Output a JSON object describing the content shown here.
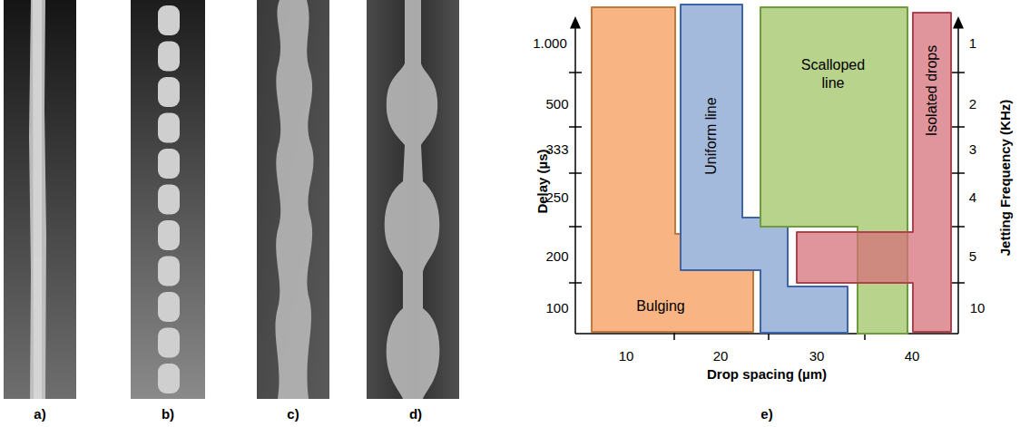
{
  "diagram": {
    "nodes": [
      {
        "text": [
          "Bulging"
        ]
      },
      {
        "text": [
          "Uniform line"
        ]
      },
      {
        "text": [
          "Scalloped line"
        ]
      },
      {
        "text": [
          "Isolated drops"
        ]
      }
    ],
    "labels": [
      "a)",
      "b)",
      "c)",
      "d)",
      "e)",
      "Delay (µs)",
      "1.000",
      "500",
      "333",
      "250",
      "200",
      "100",
      "Jetting Frequency (KHz)",
      "1",
      "2",
      "3",
      "4",
      "5",
      "10",
      "Drop spacing (µm)",
      "10",
      "20",
      "30",
      "40"
    ]
  }
}
